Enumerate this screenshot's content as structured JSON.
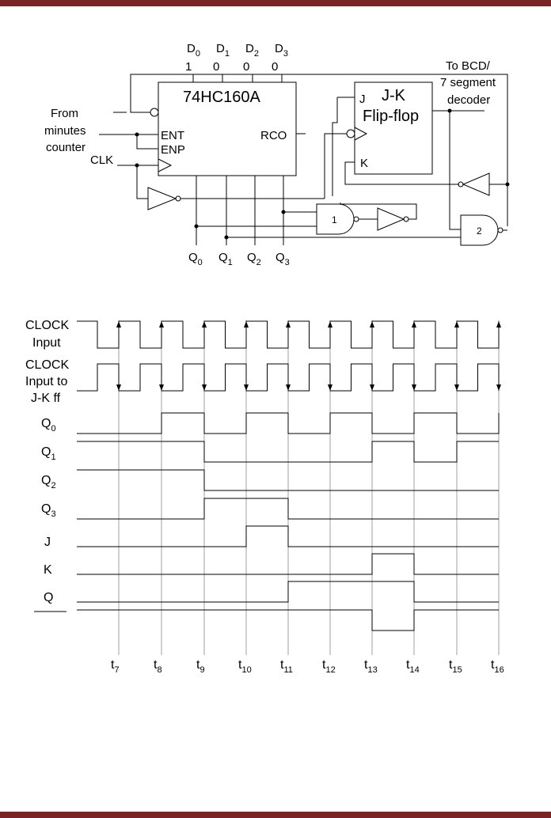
{
  "colors": {
    "page_bar": "#7a2424",
    "ink": "#000000",
    "grid": "#888888"
  },
  "circuit": {
    "chip": "74HC160A",
    "ent": "ENT",
    "enp": "ENP",
    "rco": "RCO",
    "data_inputs": [
      {
        "name": "D",
        "sub": "0",
        "value": "1"
      },
      {
        "name": "D",
        "sub": "1",
        "value": "0"
      },
      {
        "name": "D",
        "sub": "2",
        "value": "0"
      },
      {
        "name": "D",
        "sub": "3",
        "value": "0"
      }
    ],
    "outputs": [
      {
        "name": "Q",
        "sub": "0"
      },
      {
        "name": "Q",
        "sub": "1"
      },
      {
        "name": "Q",
        "sub": "2"
      },
      {
        "name": "Q",
        "sub": "3"
      }
    ],
    "from_label": [
      "From",
      "minutes",
      "counter"
    ],
    "clk": "CLK",
    "ff_title": [
      "J-K",
      "Flip-flop"
    ],
    "ff_j": "J",
    "ff_k": "K",
    "decoder": [
      "To BCD/",
      "7 segment",
      "decoder"
    ],
    "gate1": "1",
    "gate2": "2"
  },
  "timing": {
    "signals": [
      {
        "label": [
          "CLOCK",
          "Input"
        ]
      },
      {
        "label": [
          "CLOCK",
          "Input to",
          "J-K ff"
        ]
      },
      {
        "label": [
          "Q"
        ],
        "sub": "0"
      },
      {
        "label": [
          "Q"
        ],
        "sub": "1"
      },
      {
        "label": [
          "Q"
        ],
        "sub": "2"
      },
      {
        "label": [
          "Q"
        ],
        "sub": "3"
      },
      {
        "label": [
          "J"
        ]
      },
      {
        "label": [
          "K"
        ]
      },
      {
        "label": [
          "Q"
        ]
      }
    ],
    "time_marks": [
      {
        "name": "t",
        "sub": "7"
      },
      {
        "name": "t",
        "sub": "8"
      },
      {
        "name": "t",
        "sub": "9"
      },
      {
        "name": "t",
        "sub": "10"
      },
      {
        "name": "t",
        "sub": "11"
      },
      {
        "name": "t",
        "sub": "12"
      },
      {
        "name": "t",
        "sub": "13"
      },
      {
        "name": "t",
        "sub": "14"
      },
      {
        "name": "t",
        "sub": "15"
      },
      {
        "name": "t",
        "sub": "16"
      }
    ],
    "waveforms": {
      "Q0": [
        0,
        1,
        0,
        1,
        0,
        1,
        0,
        1,
        0,
        1
      ],
      "Q1": [
        1,
        1,
        0,
        0,
        0,
        0,
        1,
        0,
        1,
        1
      ],
      "Q2": [
        1,
        1,
        0,
        0,
        0,
        0,
        0,
        0,
        0,
        0
      ],
      "Q3": [
        0,
        0,
        1,
        1,
        0,
        0,
        0,
        0,
        0,
        0
      ],
      "J": [
        0,
        0,
        0,
        1,
        0,
        0,
        0,
        0,
        0,
        0
      ],
      "K": [
        0,
        0,
        0,
        0,
        0,
        0,
        1,
        0,
        0,
        0
      ],
      "Q": [
        0,
        0,
        0,
        0,
        1,
        1,
        1,
        0,
        0,
        0
      ],
      "Qbar": [
        1,
        1,
        1,
        1,
        1,
        1,
        0,
        1,
        1,
        1
      ]
    }
  }
}
